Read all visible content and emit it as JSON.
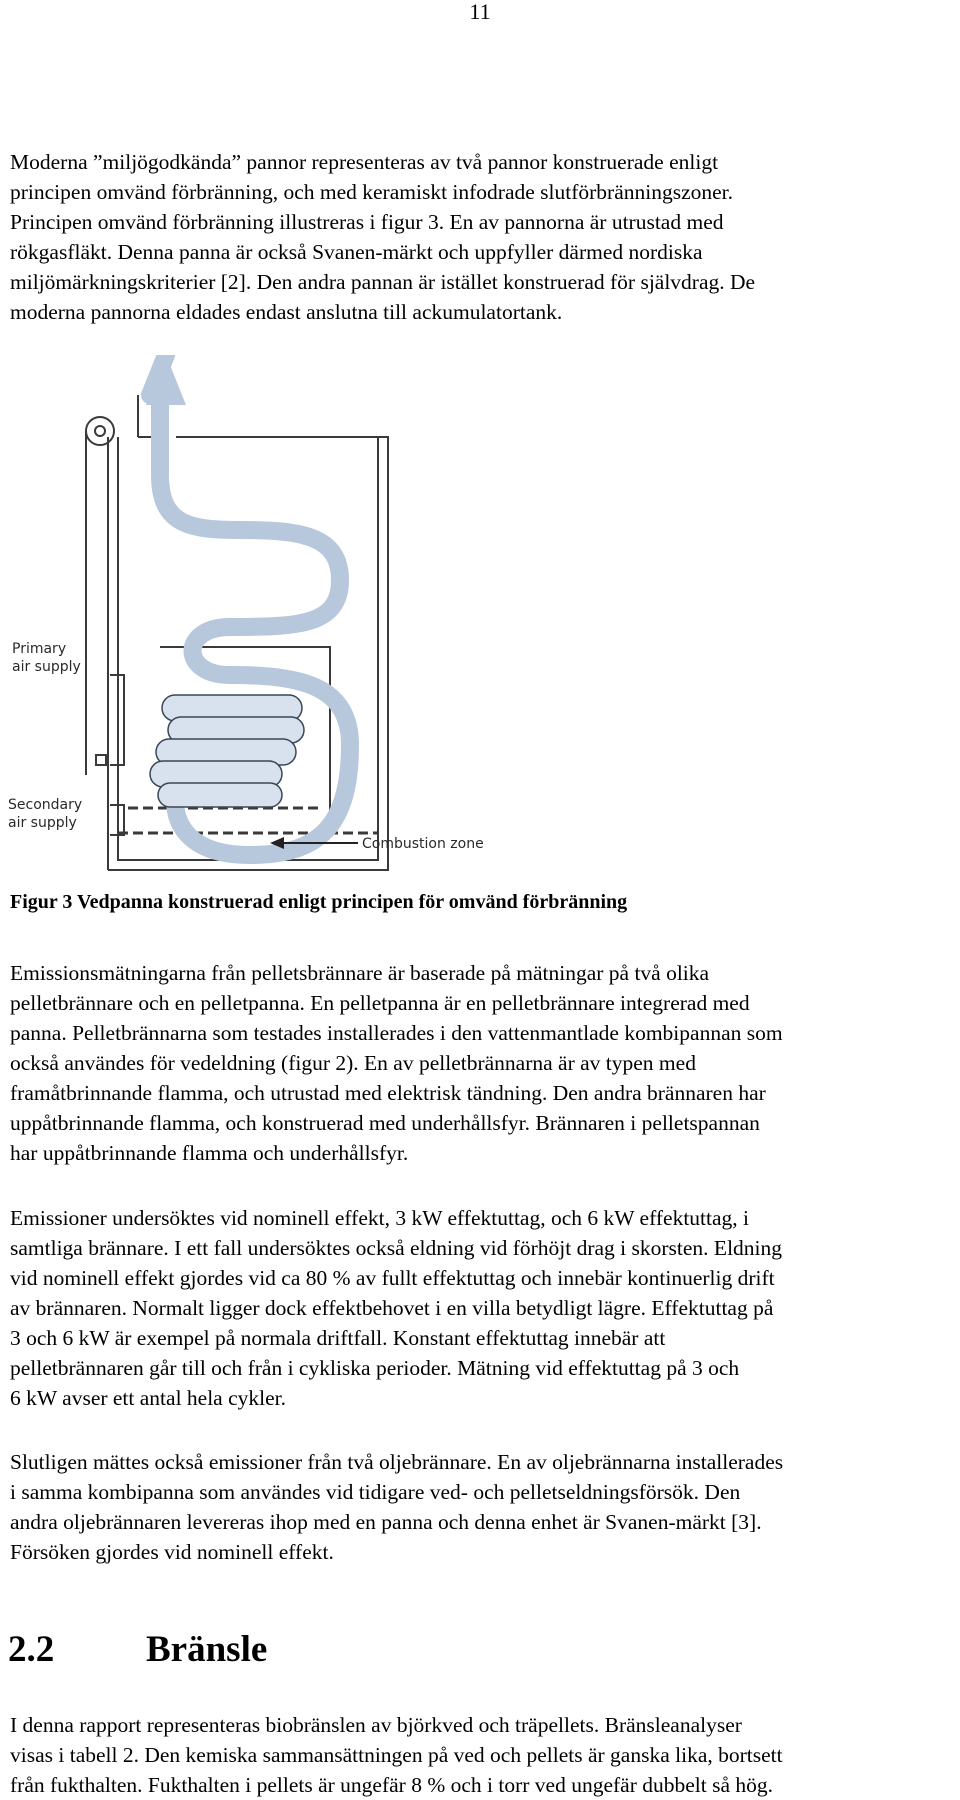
{
  "page_number": "11",
  "paragraphs": {
    "p1": [
      "Moderna ”miljögodkända” pannor representeras av två pannor konstruerade enligt",
      "principen omvänd förbränning, och med keramiskt infodrade slutförbränningszoner.",
      "Principen omvänd förbränning illustreras i figur 3. En av pannorna är utrustad med",
      "rökgasfläkt. Denna panna är också Svanen-märkt och uppfyller därmed nordiska",
      "miljömärkningskriterier [2]. Den andra pannan är istället konstruerad för självdrag. De",
      "moderna pannorna eldades endast anslutna till ackumulatortank."
    ],
    "p2": [
      "Emissionsmätningarna från pelletsbrännare är baserade på mätningar på två olika",
      "pelletbrännare och en pelletpanna. En pelletpanna är en pelletbrännare integrerad med",
      "panna. Pelletbrännarna som testades installerades i den vattenmantlade kombipannan som",
      "också användes för vedeldning (figur 2). En av pelletbrännarna är av typen med",
      "framåtbrinnande flamma, och utrustad med elektrisk tändning. Den andra brännaren har",
      "uppåtbrinnande flamma, och konstruerad med underhållsfyr. Brännaren i pelletspannan",
      "har uppåtbrinnande flamma och underhållsfyr."
    ],
    "p3": [
      "Emissioner undersöktes vid nominell effekt, 3 kW effektuttag, och 6 kW effektuttag, i",
      "samtliga brännare. I ett fall undersöktes också eldning vid förhöjt drag i skorsten. Eldning",
      "vid nominell effekt gjordes vid ca 80 % av fullt effektuttag och innebär kontinuerlig drift",
      "av brännaren. Normalt ligger dock effektbehovet i en villa betydligt lägre. Effektuttag på",
      "3 och 6 kW är exempel på normala driftfall. Konstant effektuttag innebär att",
      "pelletbrännaren går till och från i cykliska perioder. Mätning vid effektuttag på 3 och",
      "6 kW avser ett antal hela cykler."
    ],
    "p4": [
      "Slutligen mättes också emissioner från två oljebrännare. En av oljebrännarna installerades",
      "i samma kombipanna som användes vid tidigare ved- och pelletseldningsförsök. Den",
      "andra oljebrännaren levereras ihop med en panna och denna enhet är Svanen-märkt [3].",
      "Försöken gjordes vid nominell effekt."
    ],
    "p5": [
      "I denna rapport representeras biobränslen av björkved och träpellets. Bränsleanalyser",
      "visas i tabell 2. Den kemiska sammansättningen på ved och pellets är ganska lika, bortsett",
      "från fukthalten. Fukthalten i pellets är ungefär 8 % och i torr ved ungefär dubbelt så hög."
    ]
  },
  "figure": {
    "labels": {
      "primary_line1": "Primary",
      "primary_line2": "air supply",
      "secondary_line1": "Secondary",
      "secondary_line2": "air supply",
      "combustion": "Combustion zone"
    },
    "colors": {
      "flow": "#b7c7dc",
      "flow_edge": "#8a9cb4",
      "log": "#d8e2ef",
      "log_edge": "#3b4656",
      "outline": "#3a3a3a"
    }
  },
  "caption": "Figur 3 Vedpanna konstruerad enligt principen för omvänd förbränning",
  "heading": {
    "number": "2.2",
    "title": "Bränsle"
  }
}
